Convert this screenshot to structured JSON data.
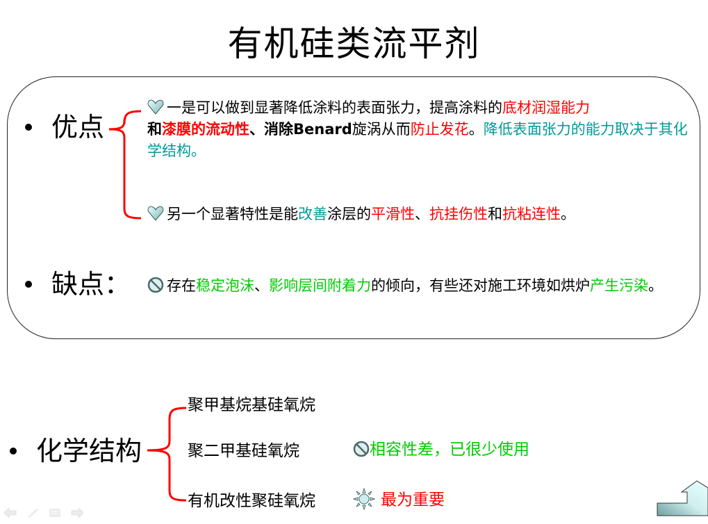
{
  "slide": {
    "title": "有机硅类流平剂"
  },
  "pros": {
    "label": "优点",
    "items": [
      {
        "icon": "heart-icon",
        "segments": [
          {
            "text": "一是可以做到显著降低涂料的表面张力，提高涂料的",
            "color": "#000000"
          },
          {
            "text": "底材润湿能力",
            "color": "#ff0000"
          },
          {
            "text": "和",
            "color": "#000000",
            "bold": true
          },
          {
            "text": "漆膜的流动性",
            "color": "#ff0000",
            "bold": true
          },
          {
            "text": "、消除",
            "color": "#000000",
            "bold": true
          },
          {
            "text": "Benard",
            "color": "#000000",
            "bold": true
          },
          {
            "text": "旋涡从而",
            "color": "#000000"
          },
          {
            "text": "防止发花",
            "color": "#ff0000"
          },
          {
            "text": "。",
            "color": "#000000"
          },
          {
            "text": "降低表面张力的能力取决于其化学结构。",
            "color": "#009999"
          }
        ]
      },
      {
        "icon": "heart-icon",
        "segments": [
          {
            "text": "另一个显著特性是能",
            "color": "#000000"
          },
          {
            "text": "改善",
            "color": "#009999"
          },
          {
            "text": "涂层的",
            "color": "#000000"
          },
          {
            "text": "平滑性",
            "color": "#ff0000"
          },
          {
            "text": "、",
            "color": "#000000"
          },
          {
            "text": "抗挂伤性",
            "color": "#ff0000"
          },
          {
            "text": "和",
            "color": "#000000"
          },
          {
            "text": "抗粘连性",
            "color": "#ff0000"
          },
          {
            "text": "。",
            "color": "#000000"
          }
        ]
      }
    ]
  },
  "cons": {
    "label": "缺点：",
    "icon": "prohibited-icon",
    "segments": [
      {
        "text": "存在",
        "color": "#000000"
      },
      {
        "text": "稳定泡沫",
        "color": "#00cc00"
      },
      {
        "text": "、",
        "color": "#000000"
      },
      {
        "text": "影响层间附着力",
        "color": "#00cc00"
      },
      {
        "text": "的倾向，有些还对施工环境如烘炉",
        "color": "#000000"
      },
      {
        "text": "产生污染",
        "color": "#00cc00"
      },
      {
        "text": "。",
        "color": "#000000"
      }
    ]
  },
  "structure": {
    "label": "化学结构",
    "items": [
      {
        "name": "聚甲基烷基硅氧烷",
        "note": "",
        "note_color": ""
      },
      {
        "name": "聚二甲基硅氧烷",
        "note_icon": "prohibited-icon",
        "note": "相容性差，已很少使用",
        "note_color": "#00cc00"
      },
      {
        "name": "有机改性聚硅氧烷",
        "note_icon": "sun-icon",
        "note": "最为重要",
        "note_color": "#ff0000"
      }
    ]
  },
  "nav": {
    "prev": "previous-arrow-icon",
    "pen": "pen-icon",
    "menu": "menu-icon",
    "next": "next-arrow-icon",
    "home": "home-return-icon"
  },
  "colors": {
    "accent_red": "#ff0000",
    "teal": "#009999",
    "green": "#00cc00"
  }
}
